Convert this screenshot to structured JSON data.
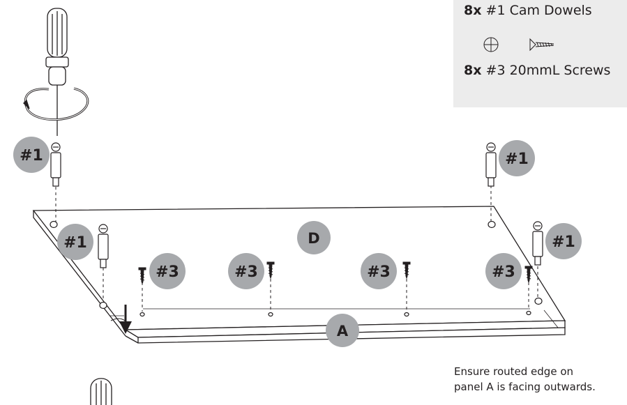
{
  "parts_box": {
    "line1_qty": "8x",
    "line1_label": "#1 Cam Dowels",
    "line2_qty": "8x",
    "line2_label": "#3 20mmL Screws"
  },
  "callouts": {
    "cam_dowel": "#1",
    "screw": "#3"
  },
  "panels": {
    "top": "D",
    "front": "A"
  },
  "note": {
    "line1": "Ensure routed edge on",
    "line2": "panel A is facing outwards."
  },
  "colors": {
    "badge": "#a7a9ac",
    "parts_box_bg": "#ececec",
    "line": "#231f20"
  }
}
